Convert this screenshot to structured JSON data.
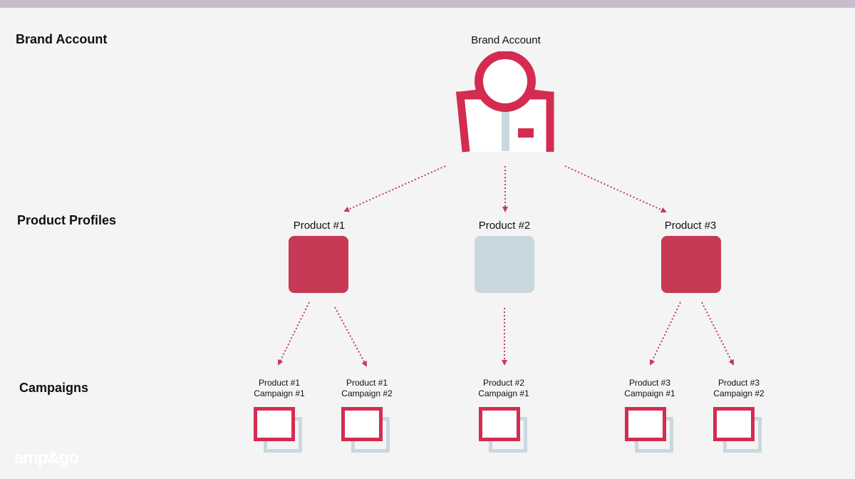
{
  "rows": {
    "brand": "Brand Account",
    "products": "Product Profiles",
    "campaigns": "Campaigns"
  },
  "brand_node": {
    "label": "Brand Account",
    "icon": "brand-account-icon"
  },
  "products": [
    {
      "label": "Product #1",
      "color": "#c63a55"
    },
    {
      "label": "Product #2",
      "color": "#c9d8de"
    },
    {
      "label": "Product #3",
      "color": "#c63a55"
    }
  ],
  "campaigns": [
    {
      "line1": "Product #1",
      "line2": "Campaign #1"
    },
    {
      "line1": "Product #1",
      "line2": "Campaign #2"
    },
    {
      "line1": "Product #2",
      "line2": "Campaign #1"
    },
    {
      "line1": "Product #3",
      "line2": "Campaign #1"
    },
    {
      "line1": "Product #3",
      "line2": "Campaign #2"
    }
  ],
  "colors": {
    "accent": "#d42c50",
    "muted": "#c9d8de",
    "arrow": "#c63a55"
  },
  "logo": "amp&go"
}
